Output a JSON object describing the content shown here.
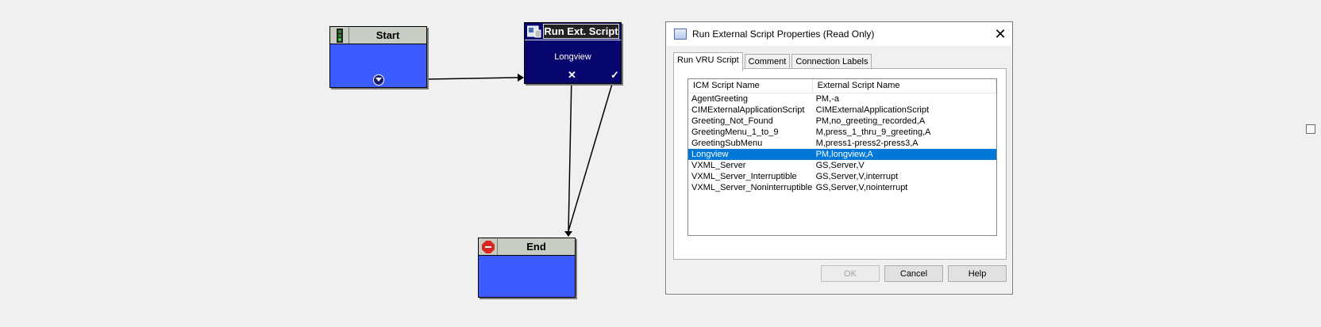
{
  "nodes": {
    "start": {
      "title": "Start"
    },
    "run_ext_script": {
      "title": "Run Ext. Script",
      "subtitle": "Longview"
    },
    "end": {
      "title": "End"
    }
  },
  "dialog": {
    "title": "Run External Script Properties (Read Only)",
    "close_glyph": "✕",
    "tabs": [
      "Run VRU Script",
      "Comment",
      "Connection Labels"
    ],
    "columns": [
      "ICM Script Name",
      "External Script Name"
    ],
    "rows": [
      {
        "icm": "AgentGreeting",
        "ext": "PM,-a"
      },
      {
        "icm": "CIMExternalApplicationScript",
        "ext": "CIMExternalApplicationScript"
      },
      {
        "icm": "Greeting_Not_Found",
        "ext": "PM,no_greeting_recorded,A"
      },
      {
        "icm": "GreetingMenu_1_to_9",
        "ext": "M,press_1_thru_9_greeting,A"
      },
      {
        "icm": "GreetingSubMenu",
        "ext": "M,press1-press2-press3,A"
      },
      {
        "icm": "Longview",
        "ext": "PM,longview,A"
      },
      {
        "icm": "VXML_Server",
        "ext": "GS,Server,V"
      },
      {
        "icm": "VXML_Server_Interruptible",
        "ext": "GS,Server,V,interrupt"
      },
      {
        "icm": "VXML_Server_Noninterruptible",
        "ext": "GS,Server,V,nointerrupt"
      }
    ],
    "selected_row": "Longview",
    "buttons": {
      "ok": "OK",
      "cancel": "Cancel",
      "help": "Help"
    }
  },
  "colors": {
    "node_body": "#3d5cff",
    "run_node": "#06066e",
    "selection": "#0078d7"
  }
}
